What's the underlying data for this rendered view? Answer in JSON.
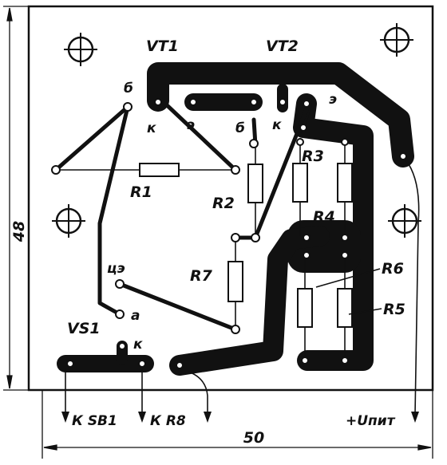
{
  "transistors": {
    "vt1": "VT1",
    "vt2": "VT2"
  },
  "pins": {
    "vt1_k": "к",
    "vt1_e": "э",
    "vt1_b": "б",
    "vt2_k": "к",
    "vt2_e": "э",
    "b_top": "б",
    "a": "а",
    "ue": "цэ",
    "vs1_k": "к"
  },
  "resistors": {
    "r1": "R1",
    "r2": "R2",
    "r3": "R3",
    "r4": "R4",
    "r5": "R5",
    "r6": "R6",
    "r7": "R7"
  },
  "thyristor": "VS1",
  "outputs": {
    "to_sb1": "К SB1",
    "to_r8": "К R8",
    "power": "+Uпит"
  },
  "dimensions": {
    "height": "48",
    "width": "50"
  }
}
